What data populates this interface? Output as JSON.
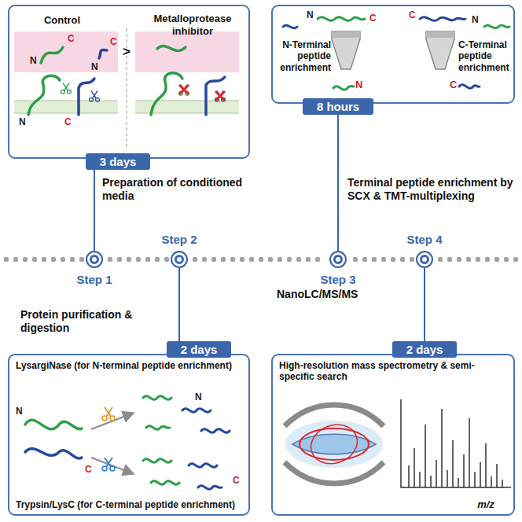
{
  "diagram": {
    "nodes": [
      {
        "text": [
          "Control",
          "Metalloprotease inhibitor"
        ]
      },
      {
        "text": [
          "3 days"
        ]
      },
      {
        "text": [
          "N-Terminal peptide enrichment",
          "C-Terminal peptide enrichment"
        ]
      },
      {
        "text": [
          "8 hours"
        ]
      },
      {
        "text": [
          "Step 1"
        ]
      },
      {
        "text": [
          "Step 2"
        ]
      },
      {
        "text": [
          "Step 3"
        ]
      },
      {
        "text": [
          "Step 4"
        ]
      },
      {
        "text": [
          "2 days"
        ]
      },
      {
        "text": [
          "LysargiNase (for N-terminal peptide enrichment)",
          "Trypsin/LysC (for C-terminal peptide enrichment)"
        ]
      },
      {
        "text": [
          "2 days"
        ]
      },
      {
        "text": [
          "High-resolution mass spectrometry & semi-specific search",
          "m/z"
        ]
      }
    ],
    "edges": [
      {
        "from": 1,
        "to": 4,
        "arrow": "none"
      },
      {
        "from": 5,
        "to": 8,
        "arrow": "none"
      },
      {
        "from": 3,
        "to": 6,
        "arrow": "none"
      },
      {
        "from": 7,
        "to": 10,
        "arrow": "none"
      }
    ],
    "labels": [
      "Preparation of conditioned media",
      "Terminal peptide enrichment by SCX & TMT-multiplexing",
      "Protein purification & digestion",
      "NanoLC/MS/MS",
      ">",
      "C",
      "N",
      "N",
      "C",
      "N",
      "C",
      "N",
      "C",
      "C",
      "N",
      "N",
      "C",
      "N",
      "C",
      "N",
      "C"
    ]
  }
}
